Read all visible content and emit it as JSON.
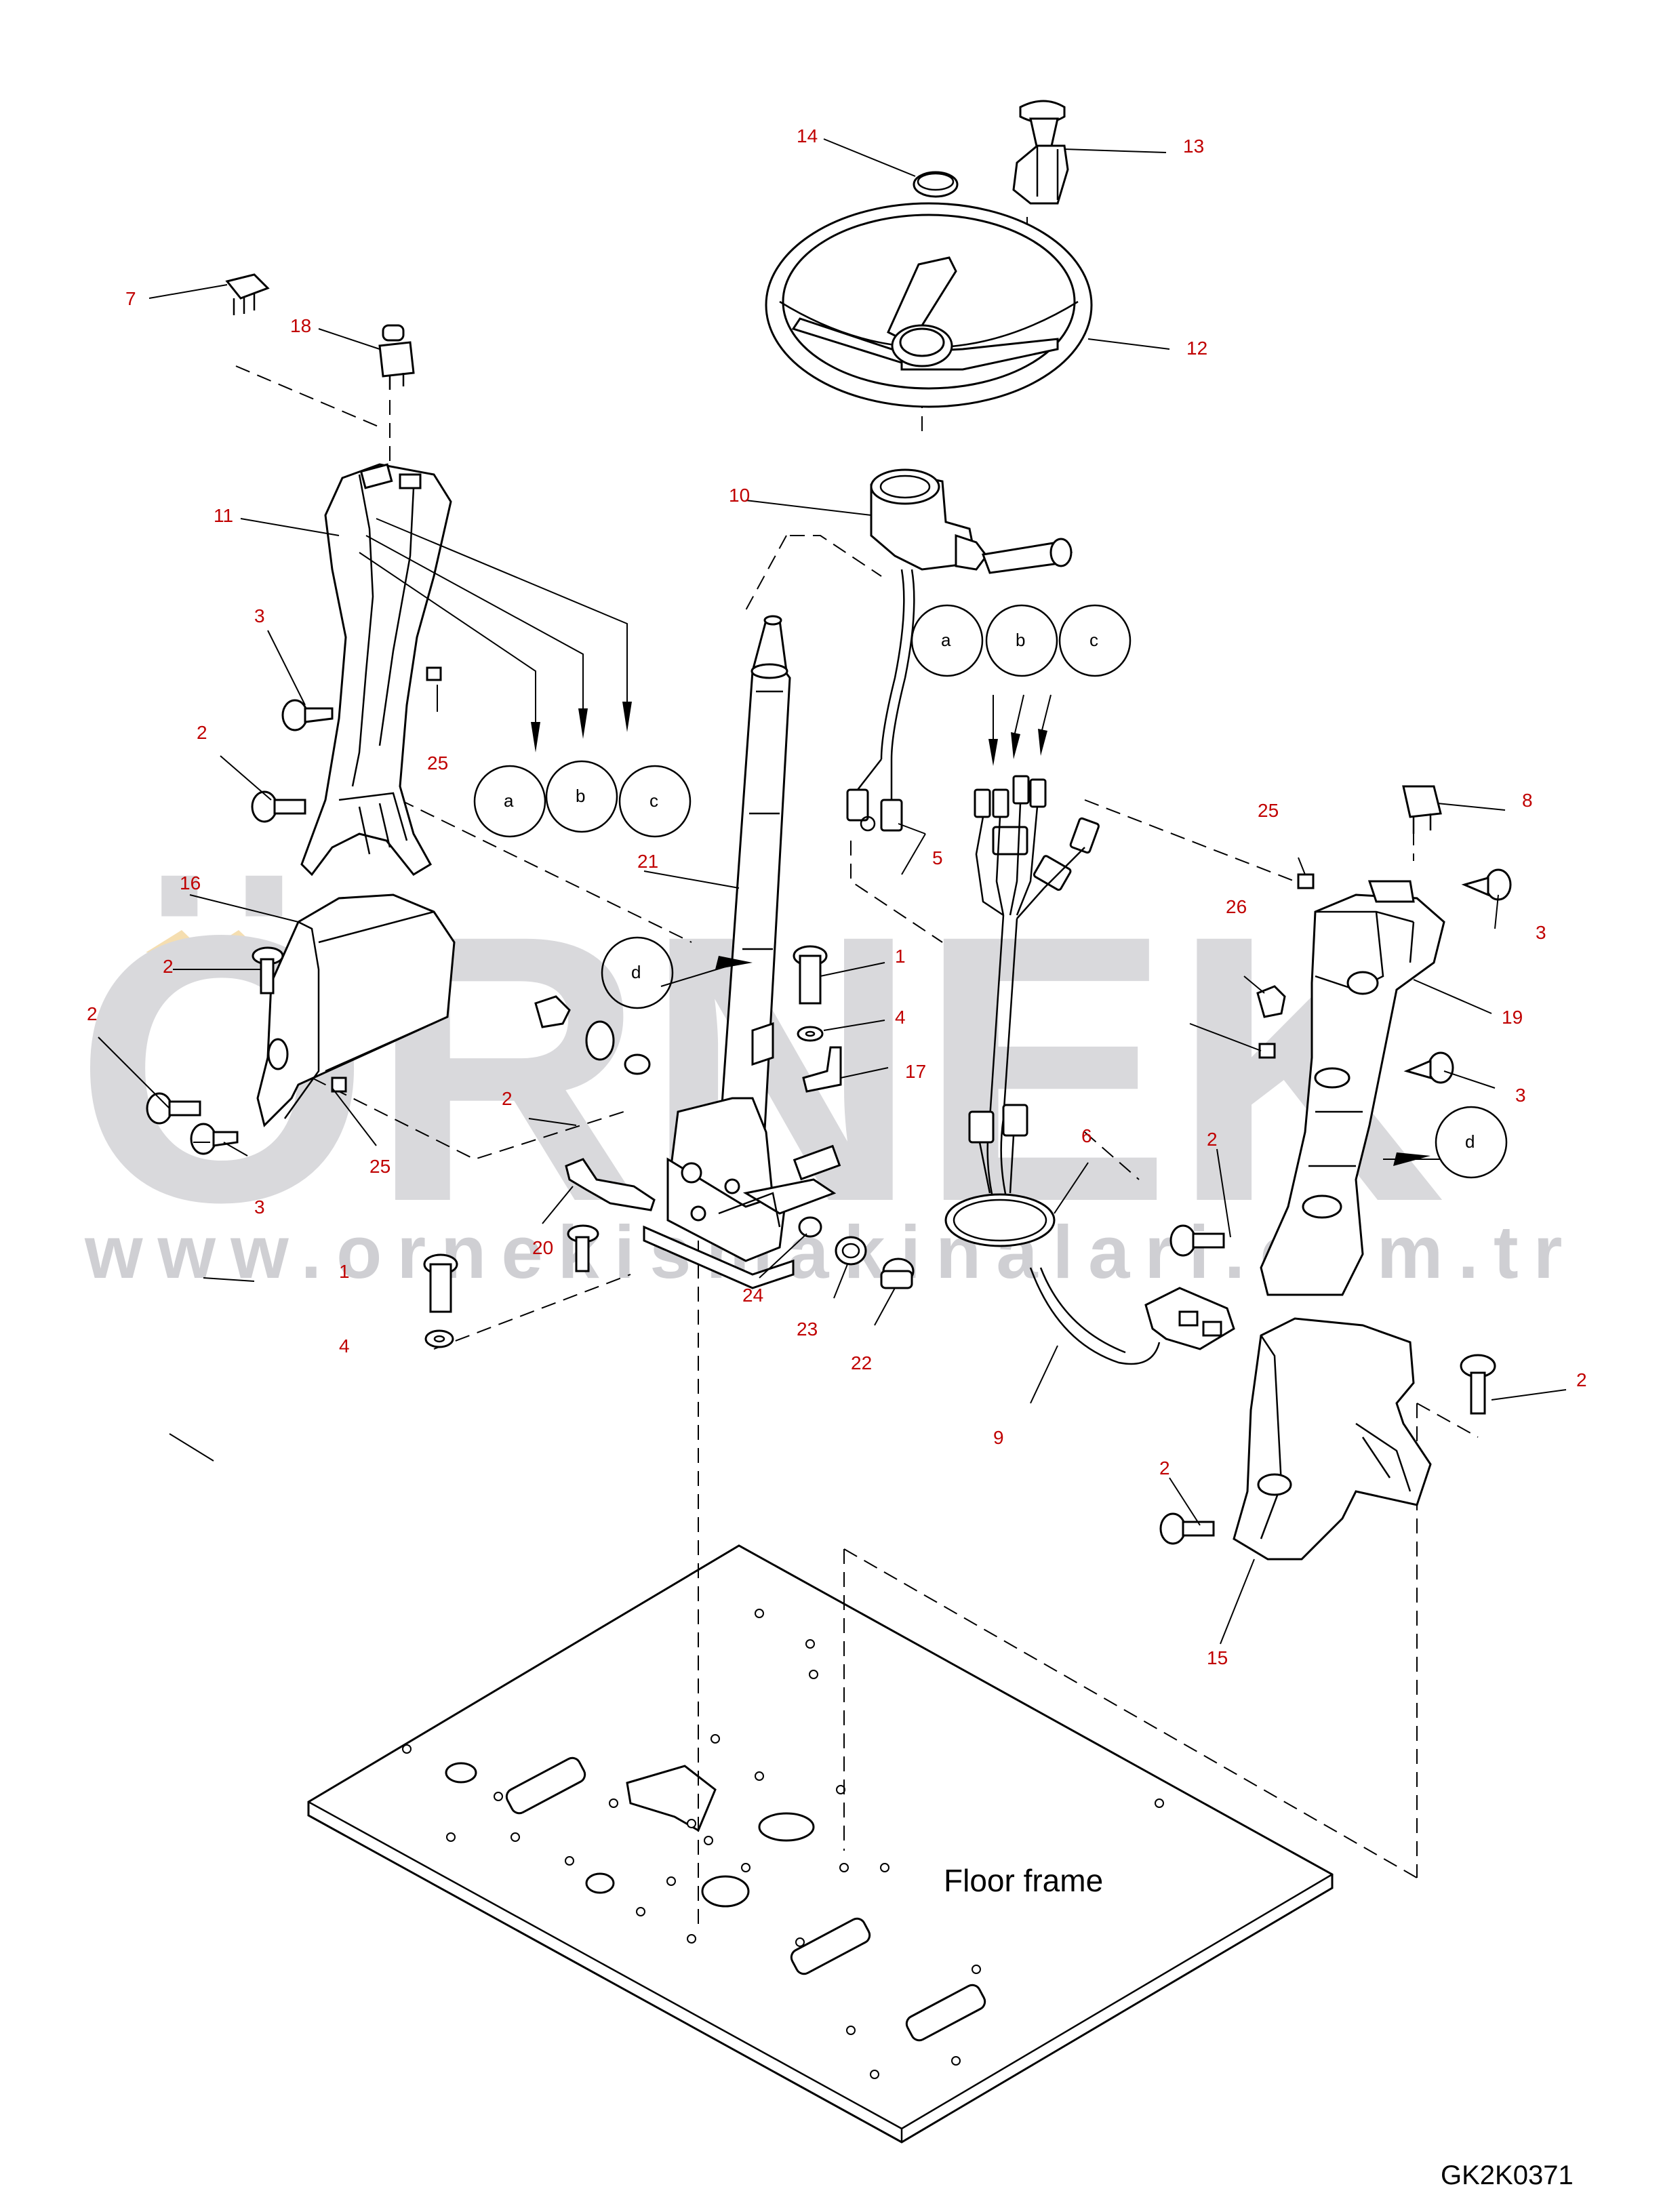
{
  "watermark": {
    "brand": "ÖRNEK",
    "url": "www.ornekismakinalari.com.tr"
  },
  "floor_label": "Floor frame",
  "figure_id": "GK2K0371",
  "reference_letters": [
    "a",
    "b",
    "c",
    "d"
  ],
  "callouts": [
    "1",
    "1",
    "2",
    "2",
    "2",
    "2",
    "2",
    "2",
    "2",
    "3",
    "3",
    "3",
    "3",
    "4",
    "4",
    "5",
    "6",
    "7",
    "8",
    "9",
    "10",
    "11",
    "12",
    "13",
    "14",
    "15",
    "16",
    "17",
    "18",
    "19",
    "20",
    "21",
    "22",
    "23",
    "24",
    "25",
    "25",
    "25",
    "26"
  ],
  "colors": {
    "callout": "#c00000",
    "watermark": "#d9d9dc",
    "watermark_accent": "#f5deb0"
  }
}
